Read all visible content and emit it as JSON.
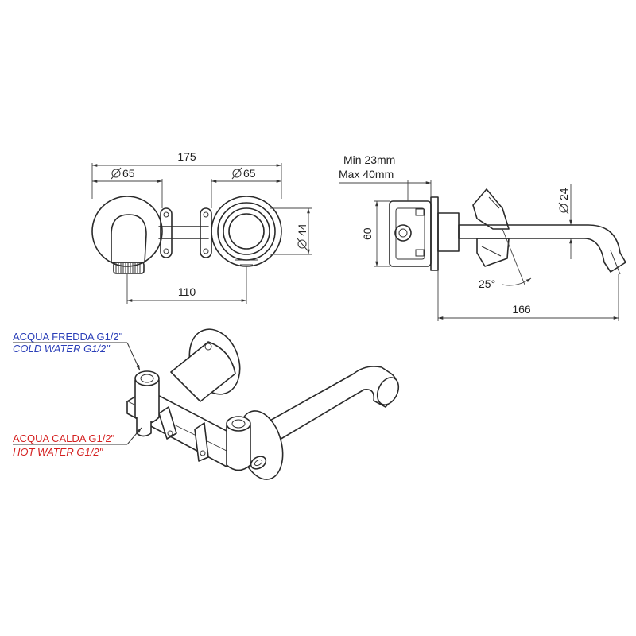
{
  "front_view": {
    "overall_width": "175",
    "left_diameter": "65",
    "right_diameter": "65",
    "centers_distance": "110",
    "cap_diameter": "44"
  },
  "side_view": {
    "min_depth": "Min 23mm",
    "max_depth": "Max 40mm",
    "height": "60",
    "spout_diameter": "24",
    "angle": "25°",
    "projection": "166"
  },
  "labels": {
    "cold_it": "ACQUA FREDDA G1/2\"",
    "cold_en": "COLD WATER G1/2\"",
    "hot_it": "ACQUA CALDA G1/2\"",
    "hot_en": "HOT WATER G1/2\""
  },
  "colors": {
    "cold": "#2b3fb8",
    "hot": "#d42020",
    "line": "#2a2a2a"
  },
  "icons": {
    "diameter": "diameter-symbol"
  }
}
